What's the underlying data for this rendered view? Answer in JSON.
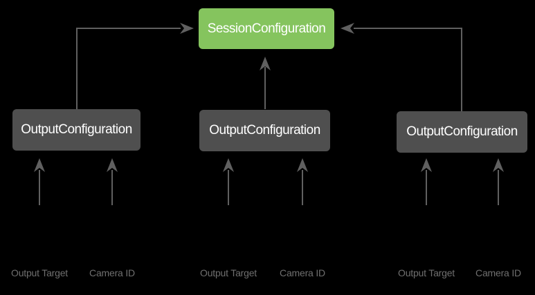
{
  "diagram": {
    "session_node": {
      "label": "SessionConfiguration"
    },
    "output_nodes": [
      {
        "label": "OutputConfiguration",
        "inputs": [
          "Output Target",
          "Camera ID"
        ]
      },
      {
        "label": "OutputConfiguration",
        "inputs": [
          "Output Target",
          "Camera ID"
        ]
      },
      {
        "label": "OutputConfiguration",
        "inputs": [
          "Output Target",
          "Camera ID"
        ]
      }
    ],
    "colors": {
      "background": "#000000",
      "session_node_fill": "#85C45E",
      "output_node_fill": "#4F4F4F",
      "node_text": "#FFFFFF",
      "arrow": "#606060",
      "input_label_text": "#6F6F6F"
    }
  }
}
